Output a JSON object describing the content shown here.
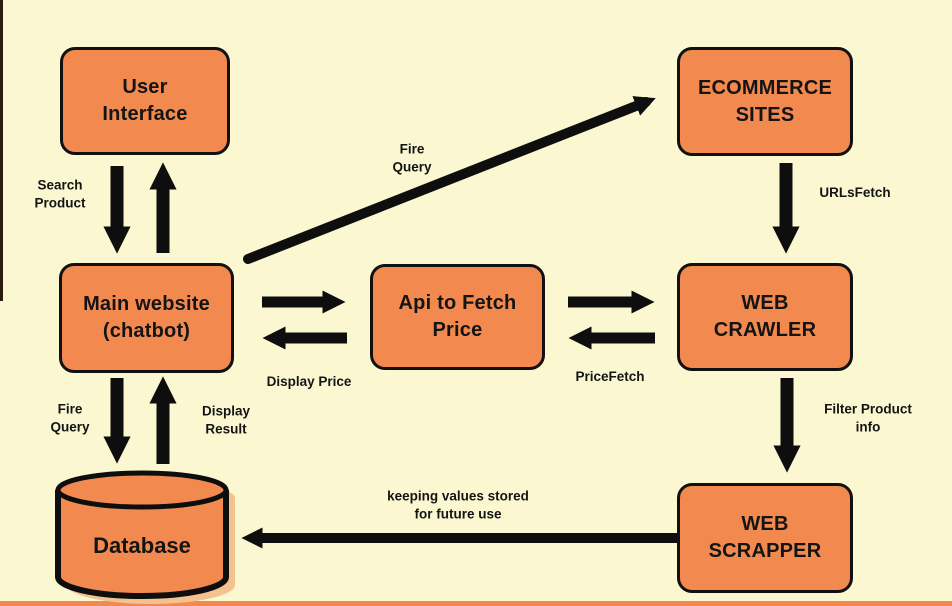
{
  "colors": {
    "background": "#FBF8D1",
    "node_fill": "#F28A4F",
    "node_outline": "#111111",
    "arrow": "#0E0E0E",
    "database_shadow": "#F4C28E",
    "bottom_bar": "#F28A4F"
  },
  "nodes": {
    "user_interface": {
      "label": "User\nInterface"
    },
    "ecommerce_sites": {
      "label": "ECOMMERCE\nSITES"
    },
    "main_website": {
      "label": "Main website\n(chatbot)"
    },
    "api_to_fetch_price": {
      "label": "Api to Fetch\nPrice"
    },
    "web_crawler": {
      "label": "WEB\nCRAWLER"
    },
    "web_scrapper": {
      "label": "WEB\nSCRAPPER"
    },
    "database": {
      "label": "Database"
    }
  },
  "edge_labels": {
    "search_product": "Search\nProduct",
    "fire_query_top": "Fire\nQuery",
    "urls_fetch": "URLsFetch",
    "display_price": "Display Price",
    "price_fetch": "PriceFetch",
    "fire_query_db": "Fire\nQuery",
    "display_result": "Display\nResult",
    "filter_product_info": "Filter Product\ninfo",
    "keeping_values": "keeping values stored\nfor future use"
  }
}
